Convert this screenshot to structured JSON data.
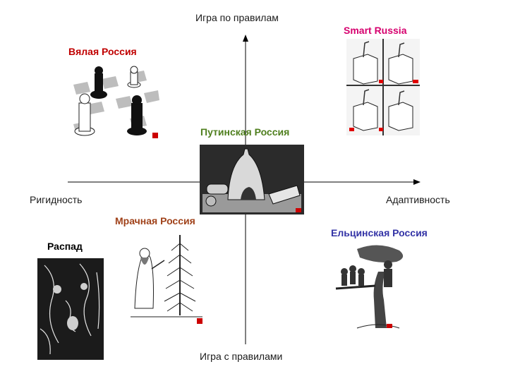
{
  "axes": {
    "top": "Игра по правилам",
    "bottom": "Игра с правилами",
    "left": "Ригидность",
    "right": "Адаптивность"
  },
  "scenarios": {
    "smart": {
      "title": "Smart Russia",
      "color": "#d6006e"
    },
    "vyalaya": {
      "title": "Вялая Россия",
      "color": "#c00000"
    },
    "putin": {
      "title": "Путинская Россия",
      "color": "#4f7f1e"
    },
    "mrachnaya": {
      "title": "Мрачная Россия",
      "color": "#a0421a"
    },
    "raspad": {
      "title": "Распад",
      "color": "#000000"
    },
    "yeltsin": {
      "title": "Ельцинская Россия",
      "color": "#3333a6"
    }
  }
}
